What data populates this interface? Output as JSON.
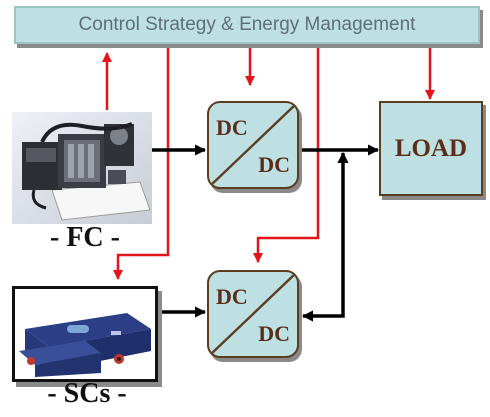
{
  "control": {
    "label": "Control Strategy & Energy Management"
  },
  "converters": [
    {
      "input_label": "DC",
      "output_label": "DC"
    },
    {
      "input_label": "DC",
      "output_label": "DC"
    }
  ],
  "load": {
    "label": "LOAD"
  },
  "sources": {
    "fuel_cell": {
      "label": "- FC -",
      "icon": "fuel-cell-photo"
    },
    "supercaps": {
      "label": "- SCs -",
      "icon": "supercapacitor-module-photo"
    }
  },
  "colors": {
    "box_fill": "#bfe0e2",
    "box_border": "#5a3e22",
    "text_dark_red": "#5a2e1a",
    "control_arrow": "#e4141b",
    "power_arrow": "#000000",
    "shadow": "#8a8a8a"
  }
}
